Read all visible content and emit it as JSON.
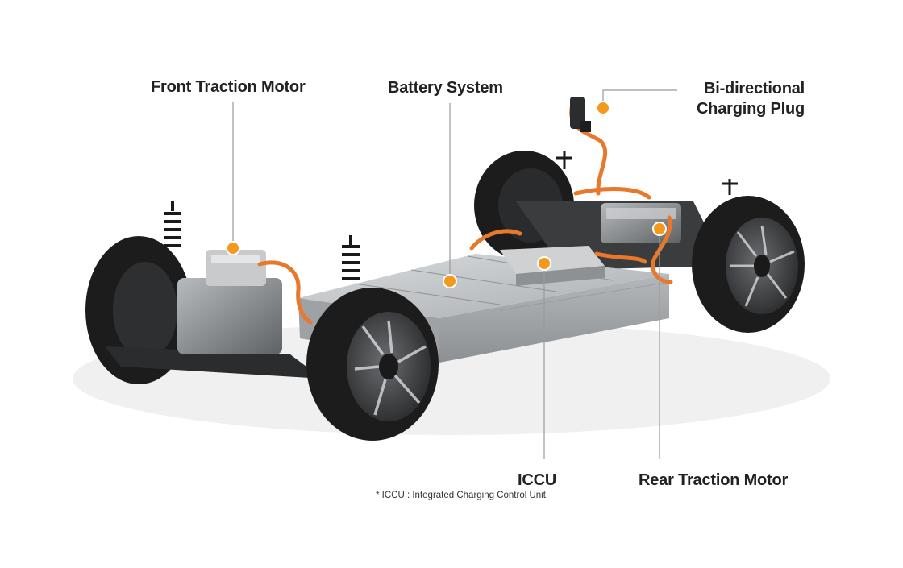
{
  "labels": {
    "front_traction_motor": "Front Traction Motor",
    "battery_system": "Battery System",
    "bidirectional_line1": "Bi-directional",
    "bidirectional_line2": "Charging Plug",
    "iccu": "ICCU",
    "rear_traction_motor": "Rear Traction Motor"
  },
  "footnote": "* ICCU : Integrated Charging Control Unit",
  "colors": {
    "marker": "#F39A1E",
    "cable": "#E8782A",
    "leader_line": "#9A9A9A",
    "label_text": "#222222",
    "tire": "#1C1C1C",
    "battery": "#BFC2C4"
  }
}
